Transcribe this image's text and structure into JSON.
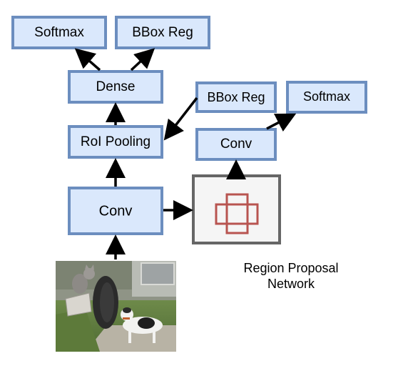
{
  "nodes": {
    "softmax_top": "Softmax",
    "bbox_reg_top": "BBox Reg",
    "dense": "Dense",
    "roi_pooling": "RoI Pooling",
    "conv_main": "Conv",
    "bbox_reg_rpn": "BBox Reg",
    "softmax_rpn": "Softmax",
    "conv_rpn": "Conv"
  },
  "rpn_caption": {
    "line1": "Region Proposal",
    "line2": "Network"
  },
  "icons": {
    "rpn_block": "proposal-boxes-icon",
    "input": "cat-and-dog-photo"
  },
  "colors": {
    "box_fill": "#dae8fc",
    "box_stroke": "#6c8ebf",
    "rpn_frame": "#666666",
    "proposal_red": "#b85450"
  }
}
